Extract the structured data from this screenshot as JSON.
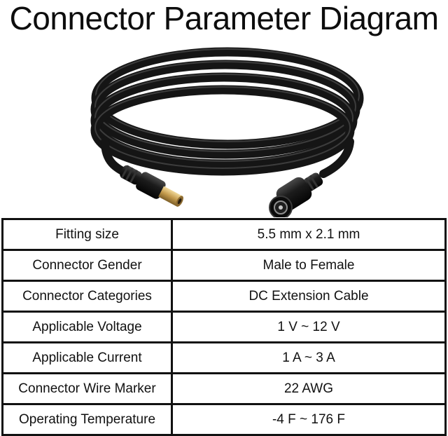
{
  "title": "Connector Parameter Diagram",
  "product_image": {
    "icon": "dc-extension-cable-photo",
    "cable_color": "#151515",
    "male_tip_color": "#c8a35a"
  },
  "spec_table": {
    "rows": [
      {
        "label": "Fitting size",
        "value": "5.5 mm x 2.1 mm"
      },
      {
        "label": "Connector Gender",
        "value": "Male to Female"
      },
      {
        "label": "Connector Categories",
        "value": "DC Extension Cable"
      },
      {
        "label": "Applicable Voltage",
        "value": "1 V ~ 12 V"
      },
      {
        "label": "Applicable Current",
        "value": "1 A ~ 3 A"
      },
      {
        "label": "Connector Wire Marker",
        "value": "22 AWG"
      },
      {
        "label": "Operating Temperature",
        "value": "-4 F ~ 176 F"
      }
    ]
  }
}
